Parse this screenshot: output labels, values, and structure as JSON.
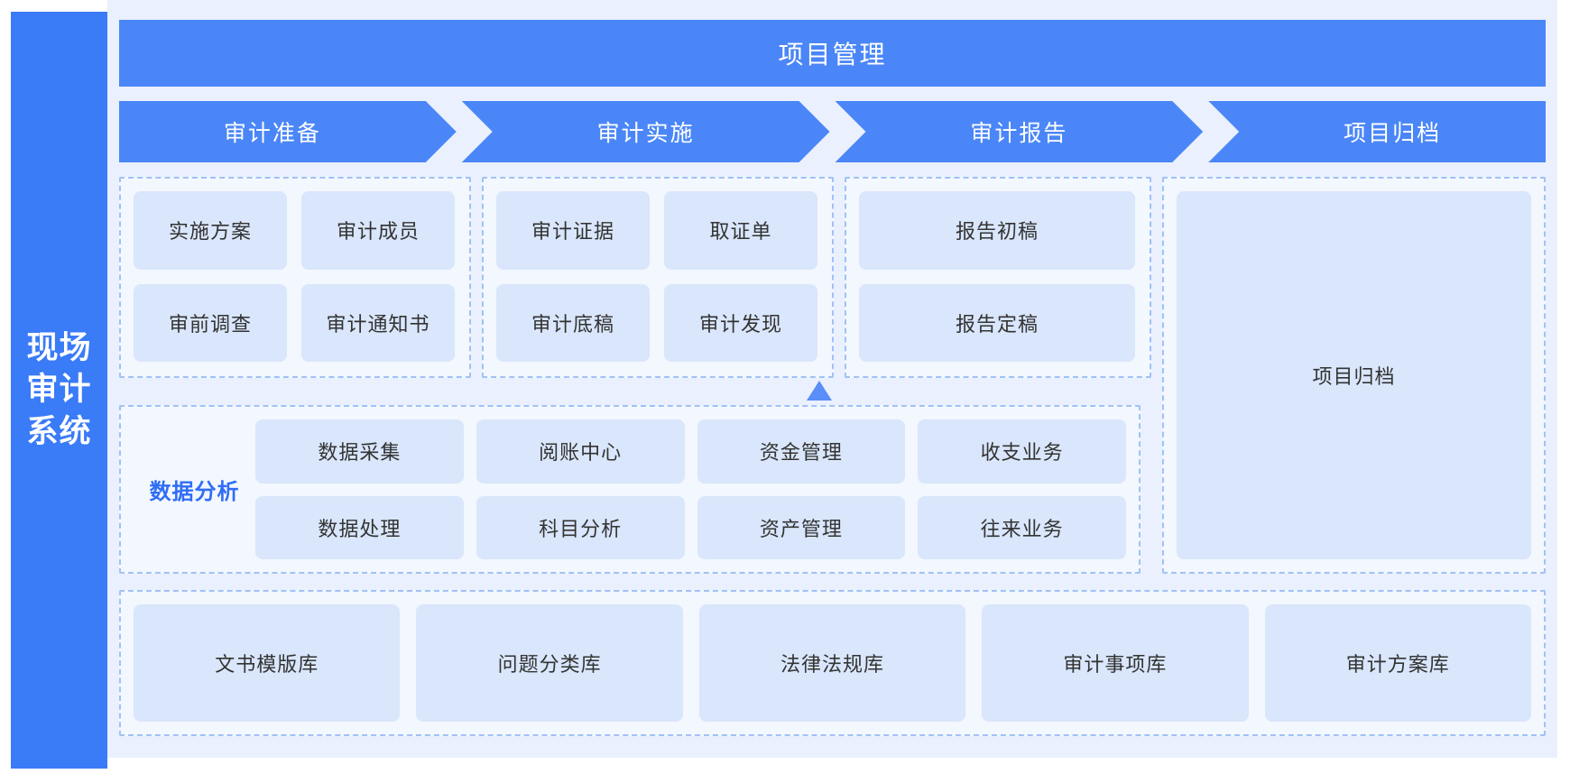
{
  "sidebar": {
    "title": "现场审计系统"
  },
  "header": {
    "title": "项目管理"
  },
  "stages": [
    {
      "label": "审计准备"
    },
    {
      "label": "审计实施"
    },
    {
      "label": "审计报告"
    },
    {
      "label": "项目归档"
    }
  ],
  "prep_modules": [
    "实施方案",
    "审计成员",
    "审前调查",
    "审计通知书"
  ],
  "exec_modules": [
    "审计证据",
    "取证单",
    "审计底稿",
    "审计发现"
  ],
  "report_modules": [
    "报告初稿",
    "报告定稿"
  ],
  "archive": {
    "label": "项目归档"
  },
  "data_analysis": {
    "label": "数据分析",
    "modules": [
      "数据采集",
      "阅账中心",
      "资金管理",
      "收支业务",
      "数据处理",
      "科目分析",
      "资产管理",
      "往来业务"
    ]
  },
  "libraries": [
    "文书模版库",
    "问题分类库",
    "法律法规库",
    "审计事项库",
    "审计方案库"
  ],
  "colors": {
    "brand_blue": "#3a7bf7",
    "stage_blue": "#4a86f7",
    "panel_bg": "#eaf0fd",
    "dash_bg": "#f3f7fe",
    "dash_border": "#9fc2f5",
    "card_bg": "#d9e6fb",
    "accent_text": "#2f6df6"
  }
}
